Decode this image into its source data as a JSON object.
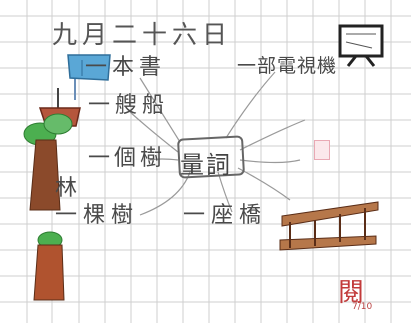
{
  "worksheet": {
    "date": "九月二十六日",
    "center_word": "量詞",
    "phrases": [
      "一本書",
      "一部電視機",
      "一艘船",
      "一個樹",
      "林",
      "一棵樹",
      "一座橋"
    ],
    "teacher_mark": "閱",
    "teacher_signature": "7/10"
  },
  "colors": {
    "pencil": "#4a4a4a",
    "grid": "#cfcfcf",
    "red_mark": "#c23a3a",
    "tree_green": "#4caf50",
    "trunk_brown": "#8b4a2b"
  },
  "icons": [
    "book-drawing",
    "boat-drawing",
    "tree-drawing",
    "tree-trunk-drawing",
    "television-drawing",
    "bridge-drawing"
  ]
}
